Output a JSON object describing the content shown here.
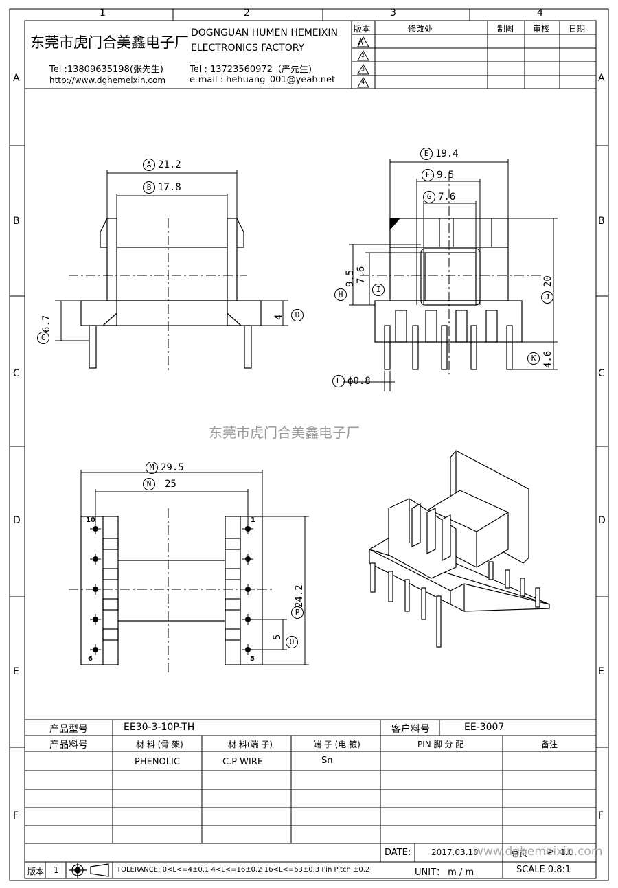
{
  "frame": {
    "columns": [
      "1",
      "2",
      "3",
      "4"
    ],
    "rows": [
      "A",
      "B",
      "C",
      "D",
      "E",
      "F"
    ]
  },
  "company": {
    "name_cn": "东莞市虎门合美鑫电子厂",
    "name_en_1": "DOGNGUAN HUMEN HEMEIXIN",
    "name_en_2": "ELECTRONICS FACTORY",
    "tel1": "Tel :13809635198(张先生)",
    "tel2": "Tel : 13723560972（严先生)",
    "web": "http://www.dghemeixin.com",
    "email": "e-mail : hehuang_001@yeah.net"
  },
  "revision_table": {
    "headers": [
      "版本",
      "修改处",
      "制图",
      "审核",
      "日期"
    ],
    "rows": [
      "1",
      "2",
      "3",
      "4"
    ]
  },
  "watermark": "东莞市虎门合美鑫电子厂",
  "dimensions": {
    "A": {
      "tag": "A",
      "value": "21.2"
    },
    "B": {
      "tag": "B",
      "value": "17.8"
    },
    "C": {
      "tag": "C",
      "value": "6.7"
    },
    "D": {
      "tag": "D",
      "value": "4"
    },
    "E": {
      "tag": "E",
      "value": "19.4"
    },
    "F": {
      "tag": "F",
      "value": "9.5"
    },
    "G": {
      "tag": "G",
      "value": "7.6"
    },
    "H": {
      "tag": "H",
      "value": "9.5"
    },
    "I": {
      "tag": "I",
      "value": "7.6"
    },
    "J": {
      "tag": "J",
      "value": "20"
    },
    "K": {
      "tag": "K",
      "value": "4.6"
    },
    "L": {
      "tag": "L",
      "value": "ϕ0.8"
    },
    "M": {
      "tag": "M",
      "value": "29.5"
    },
    "N": {
      "tag": "N",
      "value": "25"
    },
    "O": {
      "tag": "O",
      "value": "5"
    },
    "P": {
      "tag": "P",
      "value": "24.2"
    }
  },
  "pins": {
    "left_top": "10",
    "right_top": "1",
    "left_bottom": "6",
    "right_bottom": "5"
  },
  "product": {
    "model_label": "产品型号",
    "model_value": "EE30-3-10P-TH",
    "customer_label": "客户料号",
    "customer_value": "EE-3007",
    "part_label": "产品料号",
    "material_bobbin_label": "材 料 (骨 架)",
    "material_pin_label": "材 料(端 子)",
    "plating_label": "端 子 (电 镀)",
    "pin_assign_label": "PIN 脚 分 配",
    "remark_label": "备注",
    "material_bobbin": "PHENOLIC",
    "material_pin": "C.P WIRE",
    "plating": "Sn"
  },
  "footer": {
    "date_label": "DATE:",
    "date_value": "2017.03.10",
    "scale_sheet_label": "总页",
    "sheet_mark": ">",
    "page_value": "1.0",
    "version_label": "版本",
    "version_value": "1",
    "tolerance": "TOLERANCE:  0<L<=4±0.1  4<L<=16±0.2  16<L<=63±0.3  Pin Pitch  ±0.2",
    "unit": "UNIT： m / m",
    "scale": "SCALE  0.8:1",
    "watermark_url": "www.dghemeixin.com"
  }
}
